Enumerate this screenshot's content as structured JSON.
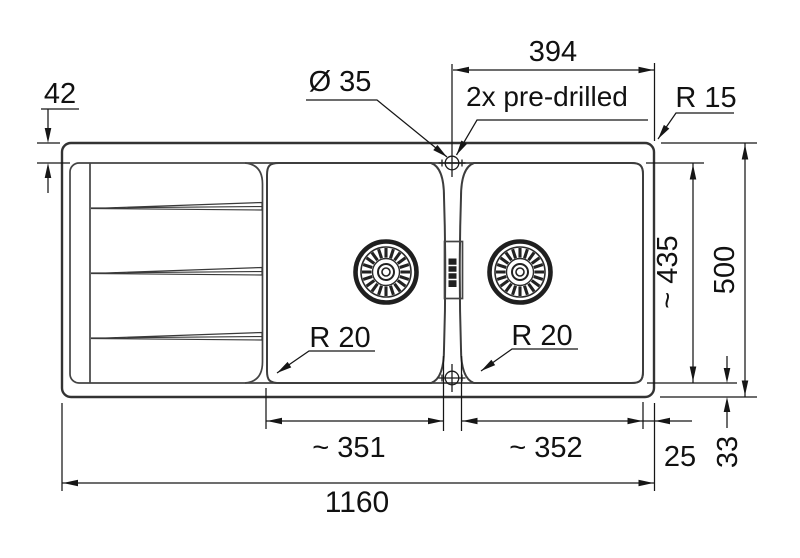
{
  "drawing": {
    "labels": {
      "rim_top_width": "42",
      "tap_hole_diameter": "Ø 35",
      "tap_hole_to_edge": "394",
      "tap_hole_note": "2x pre-drilled",
      "outer_corner_radius": "R 15",
      "left_bowl_corner_radius": "R 20",
      "right_bowl_corner_radius": "R 20",
      "inner_depth": "~ 435",
      "overall_depth": "500",
      "left_bowl_width": "~ 351",
      "right_bowl_width": "~ 352",
      "bowl_to_edge_gap": "25",
      "bottom_rim_width": "33",
      "overall_width": "1160"
    },
    "line_color": "#333333",
    "dimension_color": "#161616",
    "background_color": "#ffffff"
  }
}
